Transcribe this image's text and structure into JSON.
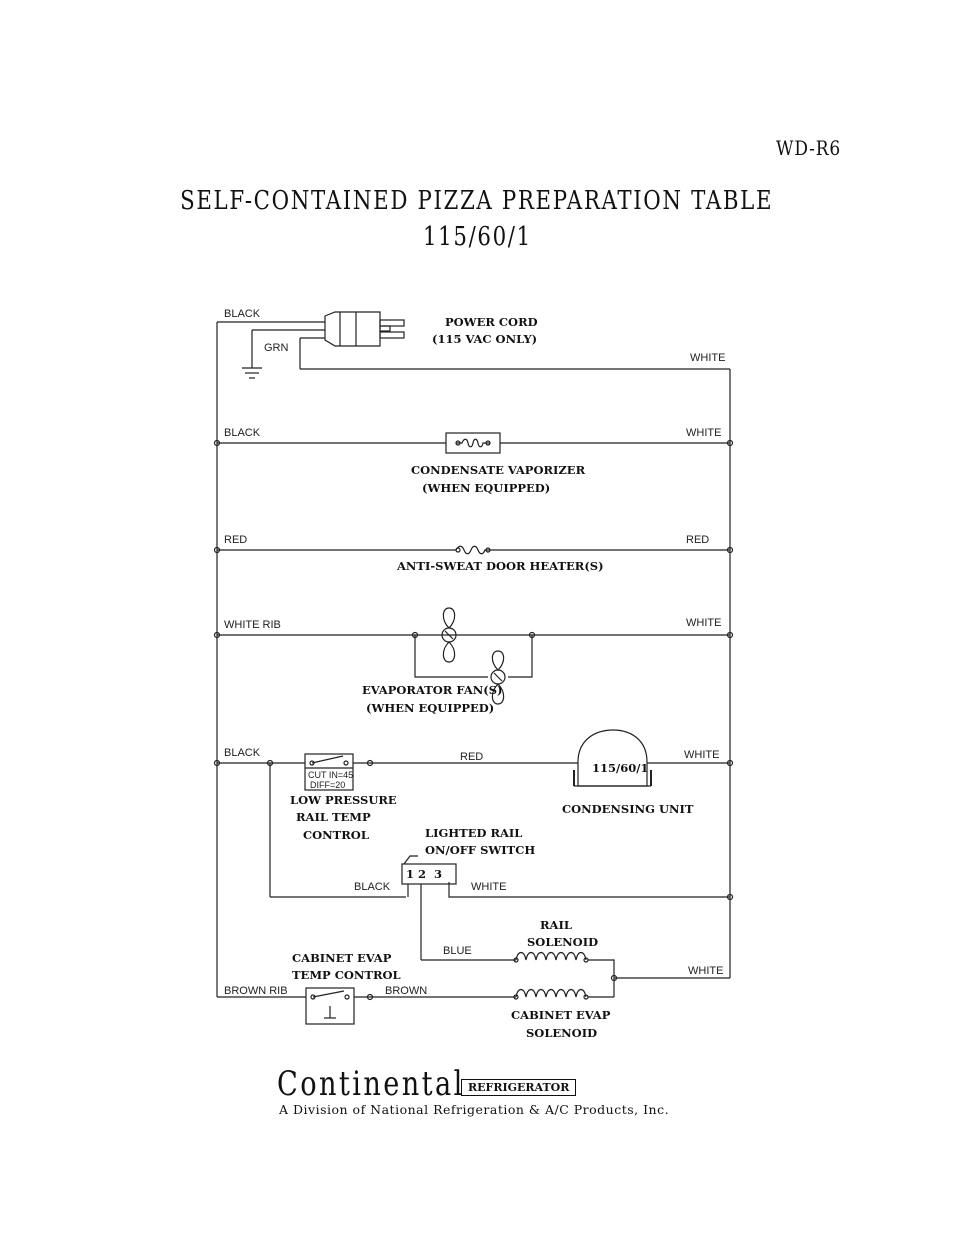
{
  "doc_id": "WD-R6",
  "title_line1": "SELF-CONTAINED PIZZA PREPARATION TABLE",
  "title_line2": "115/60/1",
  "labels": {
    "power_black": "BLACK",
    "grn": "GRN",
    "power_cord_1": "POWER CORD",
    "power_cord_2": "(115 VAC ONLY)",
    "power_white": "WHITE",
    "r1_left": "BLACK",
    "r1_right": "WHITE",
    "cond_vap_1": "CONDENSATE VAPORIZER",
    "cond_vap_2": "(WHEN EQUIPPED)",
    "r2_left": "RED",
    "r2_right": "RED",
    "anti_sweat": "ANTI-SWEAT DOOR HEATER(S)",
    "r3_left": "WHITE RIB",
    "r3_right": "WHITE",
    "evap_fan_1": "EVAPORATOR FAN(S)",
    "evap_fan_2": "(WHEN EQUIPPED)",
    "r4_left": "BLACK",
    "r4_mid": "RED",
    "r4_right": "WHITE",
    "cut_in": "CUT IN=45",
    "diff": "DIFF=20",
    "cu_rating": "115/60/1",
    "lp_1": "LOW PRESSURE",
    "lp_2": "RAIL TEMP",
    "lp_3": "CONTROL",
    "condensing_unit": "CONDENSING UNIT",
    "lr_1": "LIGHTED RAIL",
    "lr_2": "ON/OFF SWITCH",
    "sw_terminals": "1 2  3",
    "r5_black": "BLACK",
    "r5_white": "WHITE",
    "rail_sol_1": "RAIL",
    "rail_sol_2": "SOLENOID",
    "blue": "BLUE",
    "r6_white": "WHITE",
    "cab_tc_1": "CABINET EVAP",
    "cab_tc_2": "TEMP CONTROL",
    "brown_rib": "BROWN RIB",
    "brown": "BROWN",
    "cab_sol_1": "CABINET EVAP",
    "cab_sol_2": "SOLENOID"
  },
  "brand": {
    "name": "Continental",
    "tag": "REFRIGERATOR",
    "division": "A Division of National Refrigeration & A/C Products, Inc."
  }
}
